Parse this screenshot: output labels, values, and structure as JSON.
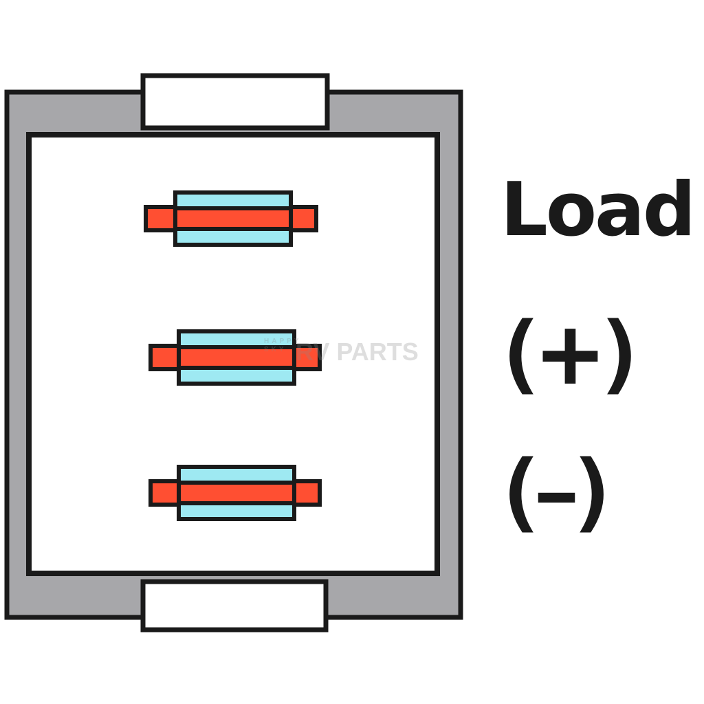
{
  "labels": {
    "load": "Load",
    "positive": "(+)",
    "negative": "(–)"
  },
  "watermark": {
    "small_line_1": "HAPPY",
    "small_line_2": "SKY",
    "main_text": "RV PARTS"
  },
  "terminals": [
    {
      "name": "load-terminal",
      "pin_color": "#ff4f32",
      "sleeve_color": "#9ee9f2"
    },
    {
      "name": "positive-terminal",
      "pin_color": "#ff4f32",
      "sleeve_color": "#9ee9f2"
    },
    {
      "name": "negative-terminal",
      "pin_color": "#ff4f32",
      "sleeve_color": "#9ee9f2"
    }
  ],
  "colors": {
    "housing": "#a7a7aa",
    "outline": "#1a1a1a",
    "face": "#ffffff"
  }
}
